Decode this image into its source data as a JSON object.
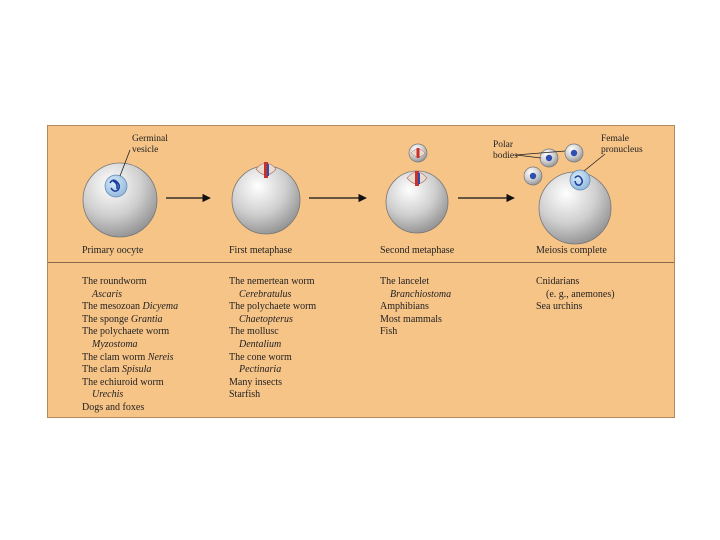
{
  "stages": [
    {
      "label": "Primary oocyte"
    },
    {
      "label": "First metaphase"
    },
    {
      "label": "Second metaphase"
    },
    {
      "label": "Meiosis complete"
    }
  ],
  "callouts": {
    "germinal_line1": "Germinal",
    "germinal_line2": "vesicle",
    "polar_line1": "Polar",
    "polar_line2": "bodies",
    "female_line1": "Female",
    "female_line2": "pronucleus"
  },
  "columns": {
    "primary": [
      {
        "text": "The roundworm"
      },
      {
        "italic": "Ascaris"
      },
      {
        "pre": "The mesozoan ",
        "em": "Dicyema"
      },
      {
        "pre": "The sponge ",
        "em": "Grantia"
      },
      {
        "text": "The polychaete worm"
      },
      {
        "italic": "Myzostoma"
      },
      {
        "pre": "The clam worm ",
        "em": "Nereis"
      },
      {
        "pre": "The clam ",
        "em": "Spisula"
      },
      {
        "text": "The echiuroid worm"
      },
      {
        "italic": "Urechis"
      },
      {
        "text": "Dogs and foxes"
      }
    ],
    "first": [
      {
        "text": "The nemertean worm"
      },
      {
        "italic": "Cerebratulus"
      },
      {
        "text": "The polychaete worm"
      },
      {
        "italic": "Chaetopterus"
      },
      {
        "text": "The mollusc"
      },
      {
        "italic": "Dentalium"
      },
      {
        "text": "The cone worm"
      },
      {
        "italic": "Pectinaria"
      },
      {
        "text": "Many insects"
      },
      {
        "text": "Starfish"
      }
    ],
    "second": [
      {
        "text": "The lancelet"
      },
      {
        "italic": "Branchiostoma"
      },
      {
        "text": "Amphibians"
      },
      {
        "text": "Most mammals"
      },
      {
        "text": "Fish"
      }
    ],
    "complete": [
      {
        "text": "Cnidarians"
      },
      {
        "text": "(e. g., anemones)",
        "indent": true
      },
      {
        "text": "Sea urchins"
      }
    ]
  }
}
